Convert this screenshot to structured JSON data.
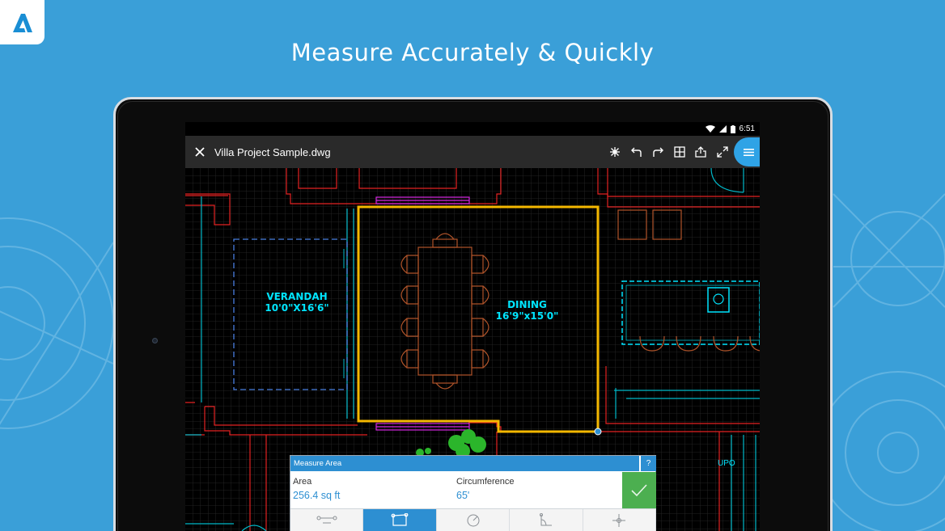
{
  "headline": "Measure Accurately & Quickly",
  "status_bar": {
    "time": "6:51"
  },
  "app_bar": {
    "close_icon": "close-icon",
    "title": "Villa Project Sample.dwg",
    "tools": [
      "snap-icon",
      "undo-icon",
      "redo-icon",
      "layers-icon",
      "share-icon",
      "fullscreen-icon"
    ],
    "menu_icon": "hamburger-icon"
  },
  "drawing": {
    "rooms": [
      {
        "name": "VERANDAH",
        "size": "10'0\"X16'6\""
      },
      {
        "name": "DINING",
        "size": "16'9\"x15'0\""
      }
    ],
    "partial_label": "UPO"
  },
  "measure_panel": {
    "title": "Measure Area",
    "help": "?",
    "area_label": "Area",
    "area_value": "256.4 sq ft",
    "circumference_label": "Circumference",
    "circumference_value": "65'",
    "confirm_icon": "checkmark-icon",
    "modes": [
      "distance-mode",
      "area-mode",
      "radius-mode",
      "angle-mode",
      "coordinate-mode"
    ],
    "active_mode": 1
  },
  "colors": {
    "background": "#3a9fd8",
    "accent": "#2d8fd2",
    "confirm": "#4caf50",
    "cad_red": "#e32222",
    "cad_cyan": "#00e5ff",
    "selection": "#f5b800"
  }
}
